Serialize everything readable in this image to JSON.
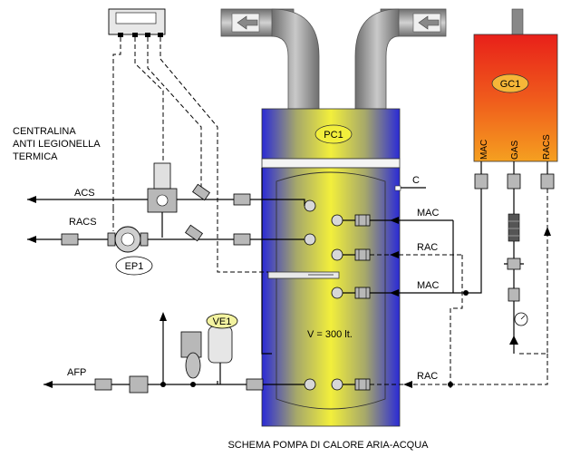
{
  "labels": {
    "centralina_l1": "CENTRALINA",
    "centralina_l2": "ANTI LEGIONELLA",
    "centralina_l3": "TERMICA",
    "acs": "ACS",
    "racs_left": "RACS",
    "ep1": "EP1",
    "afp": "AFP",
    "ve1": "VE1",
    "pc1": "PC1",
    "c": "C",
    "mac_1": "MAC",
    "rac_1": "RAC",
    "mac_2": "MAC",
    "rac_2": "RAC",
    "volume": "V = 300 lt.",
    "gc1": "GC1",
    "gc_mac": "MAC",
    "gc_gas": "GAS",
    "gc_racs": "RACS",
    "caption": "SCHEMA POMPA DI CALORE ARIA-ACQUA"
  },
  "colors": {
    "tank_blue": "#2a2ad6",
    "tank_yellow": "#f2ef3c",
    "boiler_red": "#e8201a",
    "boiler_orange": "#f5a020",
    "duct_gray": "#8a8a8a",
    "duct_light": "#d8d8d8"
  },
  "icons": [
    "controller-icon",
    "air-outlet-arrow-icon",
    "air-inlet-arrow-icon",
    "mixing-valve-icon",
    "pump-icon",
    "expansion-vessel-icon",
    "filter-icon",
    "gauge-icon",
    "check-valve-icon",
    "ball-valve-icon",
    "sensor-probe-icon"
  ]
}
